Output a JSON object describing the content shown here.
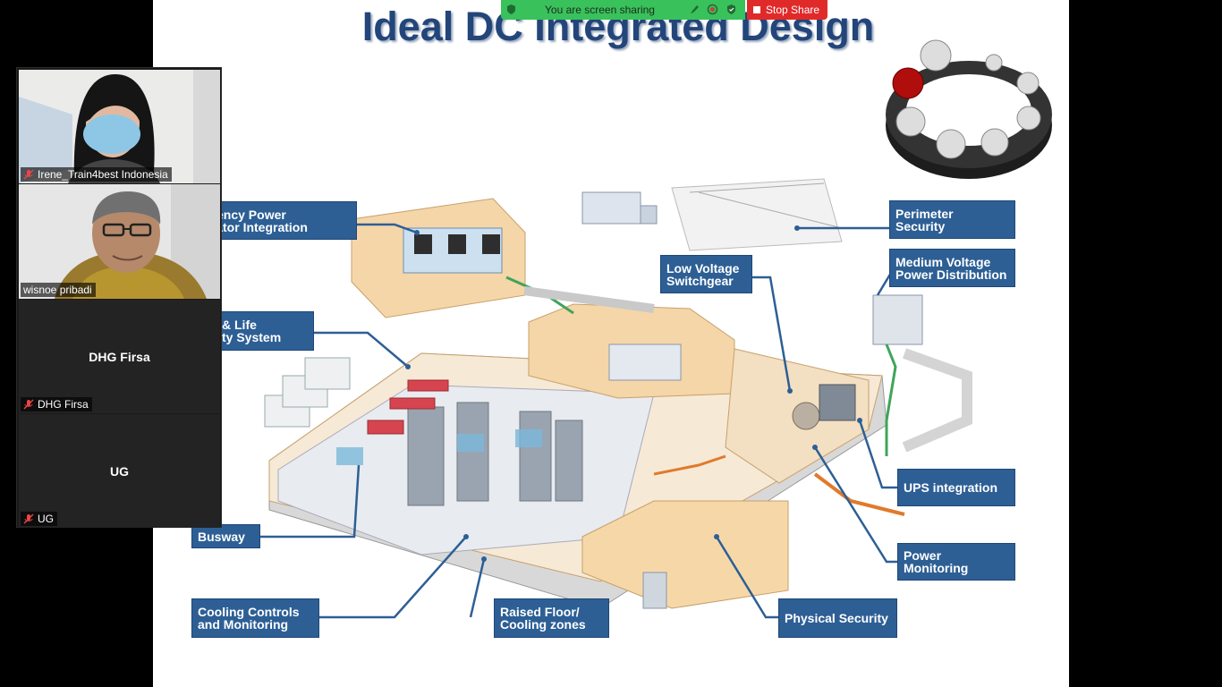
{
  "share_bar": {
    "status_text": "You are screen sharing",
    "stop_label": "Stop Share"
  },
  "slide": {
    "title": "Ideal DC Integrated Design",
    "callouts": {
      "emergency_power": "rgency Power\nerator Integration",
      "life_safety": "& Life\nty System",
      "busway": "Busway",
      "cooling_controls": "Cooling Controls\nand Monitoring",
      "raised_floor": "Raised Floor/\nCooling zones",
      "physical_security": "Physical Security",
      "power_monitoring": "Power Monitoring",
      "ups_integration": "UPS integration",
      "low_voltage": "Low Voltage\nSwitchgear",
      "perimeter_security": "Perimeter\nSecurity",
      "medium_voltage": "Medium Voltage\nPower  Distribution"
    }
  },
  "participants": [
    {
      "name": "Irene_Train4best Indonesia",
      "has_video": true,
      "muted": true
    },
    {
      "name": "wisnoe pribadi",
      "has_video": true,
      "muted": false,
      "active_speaker": true
    },
    {
      "name": "DHG Firsa",
      "display_name": "DHG Firsa",
      "has_video": false,
      "muted": true
    },
    {
      "name": "UG",
      "display_name": "UG",
      "has_video": false,
      "muted": true
    }
  ],
  "colors": {
    "title": "#23457a",
    "callout_bg": "#2d5f95",
    "share_green": "#39c15b",
    "stop_red": "#e02a2a",
    "active_speaker_border": "#9cc44a"
  }
}
